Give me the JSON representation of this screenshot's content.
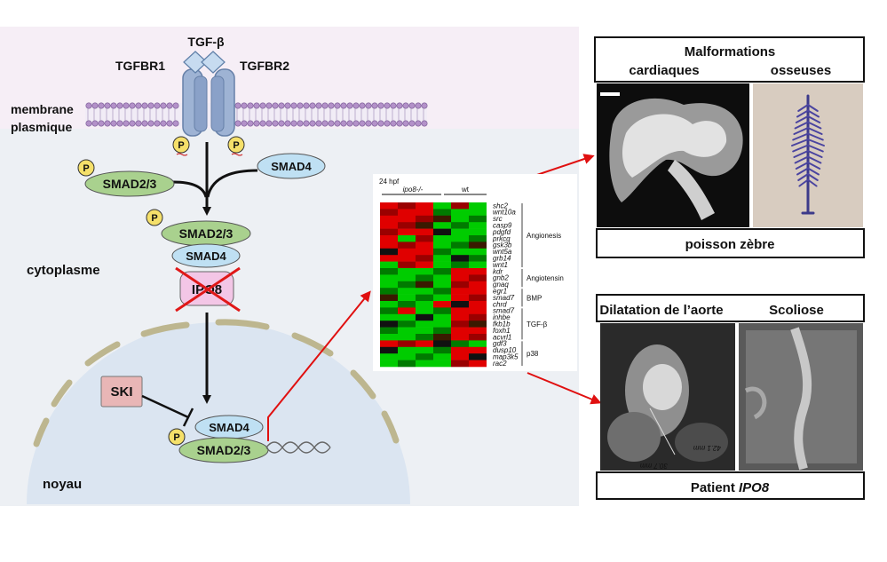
{
  "pathway": {
    "ligand": "TGF-β",
    "receptor1": "TGFBR1",
    "receptor2": "TGFBR2",
    "membrane_label_line1": "membrane",
    "membrane_label_line2": "plasmique",
    "cytoplasm_label": "cytoplasme",
    "nucleus_label": "noyau",
    "smad23": "SMAD2/3",
    "smad4": "SMAD4",
    "ipo8": "IPO8",
    "ski": "SKI",
    "phospho": "P"
  },
  "heatmap": {
    "stage": "24 hpf",
    "group_mutant": "ipo8-/-",
    "group_wt": "wt",
    "genes": [
      "shc2",
      "wnt10a",
      "src",
      "casp9",
      "pdgfd",
      "prkcq",
      "gsk3b",
      "wnt5a",
      "grb14",
      "wnt1",
      "kdr",
      "gnb2",
      "gnaq",
      "egr1",
      "smad7",
      "chrd",
      "smad7",
      "inhbe",
      "fkb1b",
      "foxh1",
      "acvrl1",
      "gdf3",
      "dusp10",
      "map3k5",
      "rac2"
    ],
    "categories": [
      "Angionesis",
      "Angiotensin",
      "BMP",
      "TGF-β",
      "p38"
    ],
    "colors": {
      "up": "#e00000",
      "down": "#00cc00",
      "neutral": "#111111"
    }
  },
  "zebrafish": {
    "header_line1": "Malformations",
    "header_col1": "cardiaques",
    "header_col2": "osseuses",
    "footer": "poisson zèbre"
  },
  "patient": {
    "header_col1": "Dilatation de l’aorte",
    "header_col2": "Scoliose",
    "footer_prefix": "Patient ",
    "footer_gene": "IPO8",
    "measure1": "42.1 mm",
    "measure2": "30.7 mm"
  }
}
